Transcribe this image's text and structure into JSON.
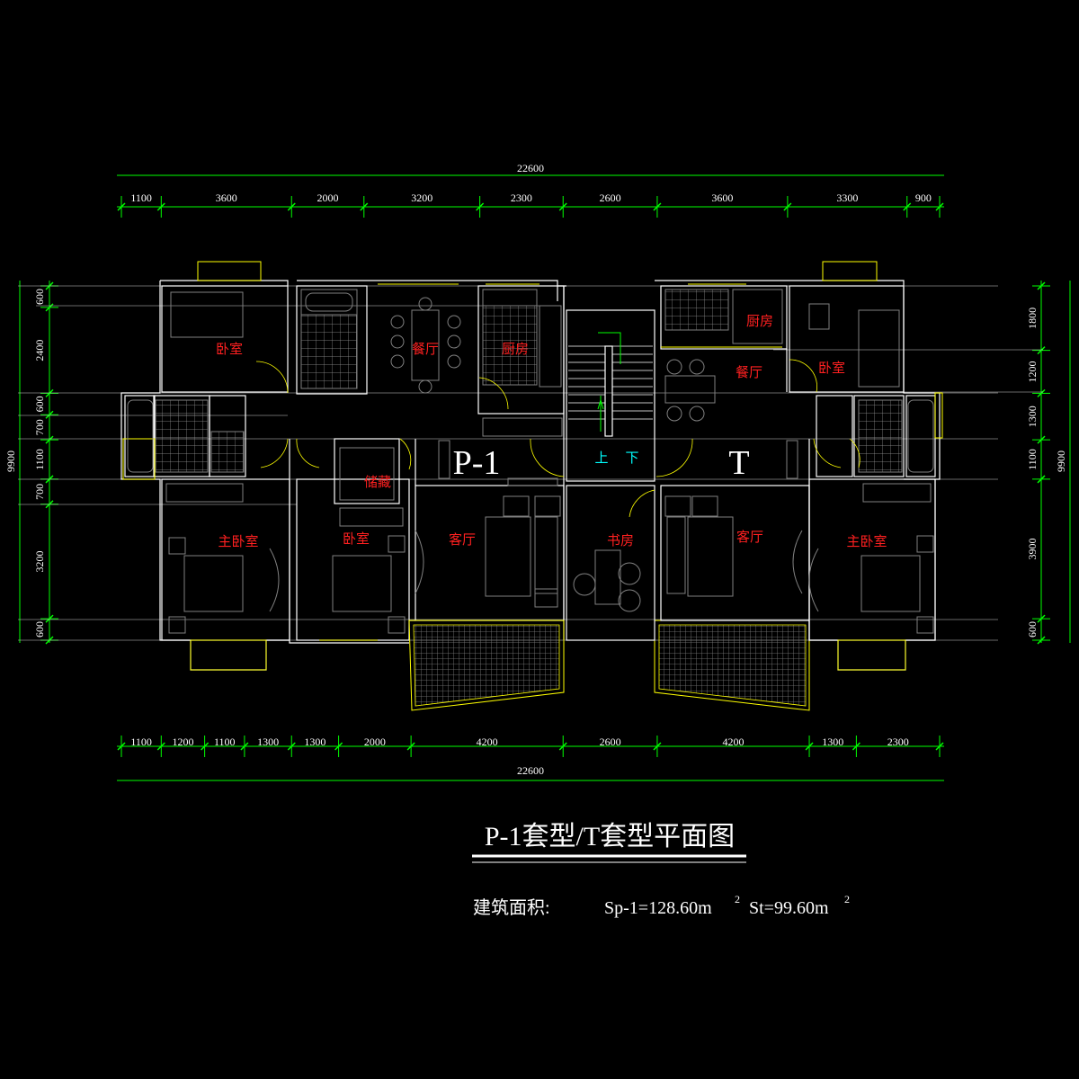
{
  "top_dims": {
    "total": "22600",
    "segments": [
      "1100",
      "3600",
      "2000",
      "3200",
      "2300",
      "2600",
      "3600",
      "3300",
      "900"
    ]
  },
  "bottom_dims": {
    "total": "22600",
    "segments": [
      "1100",
      "1200",
      "1100",
      "1300",
      "1300",
      "2000",
      "4200",
      "2600",
      "4200",
      "1300",
      "2300"
    ]
  },
  "left_dims": {
    "total": "9900",
    "segments": [
      "600",
      "2400",
      "600",
      "700",
      "1100",
      "700",
      "3200",
      "600"
    ]
  },
  "right_dims": {
    "total": "9900",
    "segments": [
      "1800",
      "1200",
      "1300",
      "1100",
      "3900",
      "600"
    ]
  },
  "rooms": {
    "p_bedroom_top": "卧室",
    "p_dining": "餐厅",
    "p_kitchen": "厨房",
    "p_storage": "储藏",
    "p_master": "主卧室",
    "p_bedroom": "卧室",
    "p_living": "客厅",
    "study": "书房",
    "t_kitchen": "厨房",
    "t_dining": "餐厅",
    "t_bedroom": "卧室",
    "t_living": "客厅",
    "t_master": "主卧室"
  },
  "stairs": {
    "up": "上",
    "down": "下"
  },
  "unit_labels": {
    "left": "P-1",
    "right": "T"
  },
  "title": "P-1套型/T套型平面图",
  "area": {
    "label": "建筑面积:",
    "sp": "Sp-1=128.60m",
    "st": "St=99.60m",
    "sup": "2"
  }
}
